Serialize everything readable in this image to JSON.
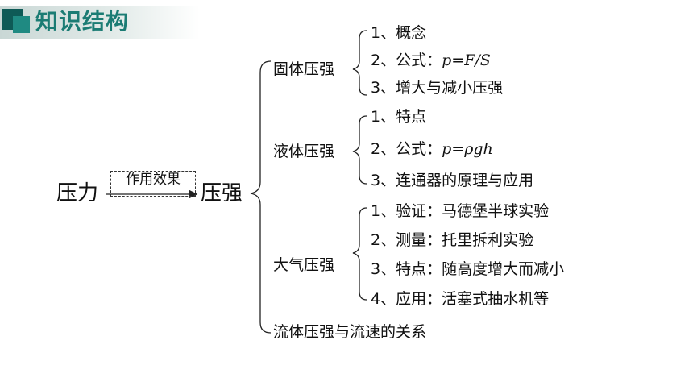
{
  "header": {
    "title": "知识结构",
    "accent_color": "#1b7c74"
  },
  "root": "压力",
  "arrow_label": "作用效果",
  "target": "压强",
  "groups": [
    {
      "name": "固体压强",
      "items": [
        {
          "num": "1、",
          "text": "概念"
        },
        {
          "num": "2、",
          "text": "公式：",
          "formula": "p=F/S"
        },
        {
          "num": "3、",
          "text": "增大与减小压强"
        }
      ]
    },
    {
      "name": "液体压强",
      "items": [
        {
          "num": "1、",
          "text": "特点"
        },
        {
          "num": "2、",
          "text": "公式：",
          "formula": "p=ρgh"
        },
        {
          "num": "3、",
          "text": "连通器的原理与应用"
        }
      ]
    },
    {
      "name": "大气压强",
      "items": [
        {
          "num": "1、",
          "text": "验证：马德堡半球实验"
        },
        {
          "num": "2、",
          "text": "测量：托里拆利实验"
        },
        {
          "num": "3、",
          "text": "特点：随高度增大而减小"
        },
        {
          "num": "4、",
          "text": "应用：活塞式抽水机等"
        }
      ]
    }
  ],
  "last_item": "流体压强与流速的关系"
}
